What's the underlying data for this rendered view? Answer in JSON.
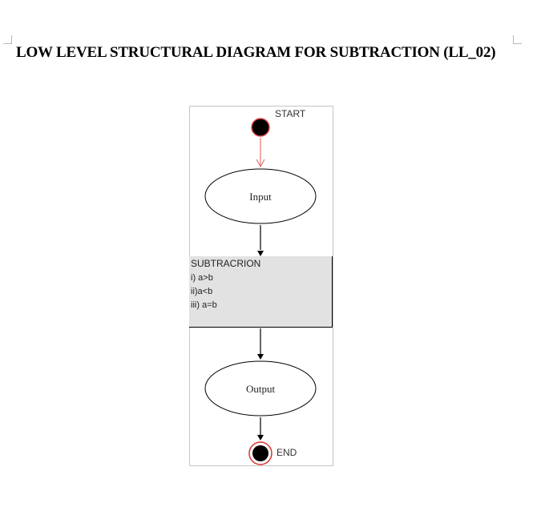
{
  "document": {
    "title": "LOW LEVEL STRUCTURAL DIAGRAM FOR SUBTRACTION (LL_02)"
  },
  "diagram": {
    "start_label": "START",
    "input_label": "Input",
    "process": {
      "title": "SUBTRACRION",
      "lines": [
        "i) a>b",
        "ii)a<b",
        "iii) a=b"
      ]
    },
    "output_label": "Output",
    "end_label": "END"
  },
  "colors": {
    "start_node": "#000000",
    "start_border": "#e04a4a",
    "start_arrow": "#e57373",
    "flow_arrow": "#000000",
    "process_fill": "#e2e2e2",
    "end_ring": "#d93030"
  }
}
